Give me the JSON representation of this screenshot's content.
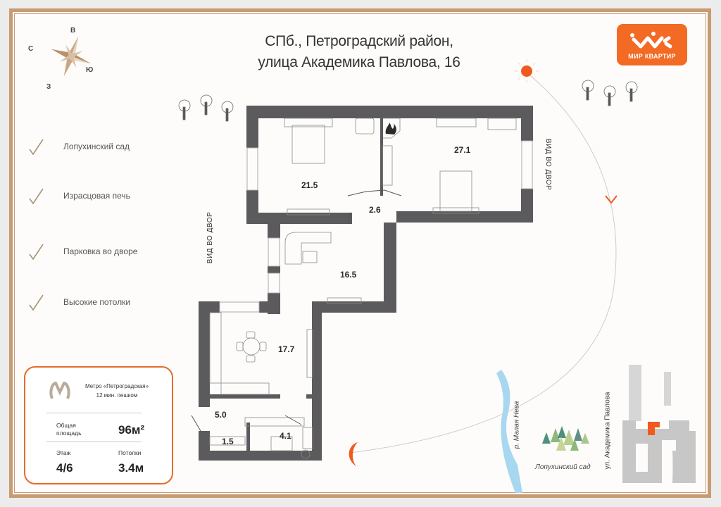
{
  "header": {
    "address_line1": "СПб., Петроградский район,",
    "address_line2": "улица Академика Павлова, 16"
  },
  "logo": {
    "text": "МИР КВАРТИР",
    "color": "#f26a23"
  },
  "compass": {
    "n": "С",
    "e": "В",
    "s": "Ю",
    "w": "З"
  },
  "features": [
    {
      "label": "Лопухинский сад",
      "icon": "check-icon"
    },
    {
      "label": "Израсцовая печь",
      "icon": "check-icon"
    },
    {
      "label": "Парковка во  дворе",
      "icon": "check-icon"
    },
    {
      "label": "Высокие потолки",
      "icon": "check-icon"
    }
  ],
  "info_card": {
    "metro_line1": "Метро «Петроградская»",
    "metro_line2": "12 мин. пешком",
    "area_label_1": "Общая",
    "area_label_2": "площадь",
    "area_value": "96м²",
    "floor_label": "Этаж",
    "floor_value": "4/6",
    "ceiling_label": "Потолки",
    "ceiling_value": "3.4м",
    "accent_color": "#e36c2a"
  },
  "floorplan": {
    "rooms": [
      {
        "id": "bedroom-left",
        "area": "21.5"
      },
      {
        "id": "bedroom-right",
        "area": "27.1"
      },
      {
        "id": "hall-small",
        "area": "2.6"
      },
      {
        "id": "living",
        "area": "16.5"
      },
      {
        "id": "kitchen",
        "area": "17.7"
      },
      {
        "id": "corridor",
        "area": "5.0"
      },
      {
        "id": "wc",
        "area": "1.5"
      },
      {
        "id": "bathroom",
        "area": "4.1"
      }
    ],
    "view_left": "ВИД ВО ДВОР",
    "view_right": "ВИД ВО ДВОР",
    "wall_color": "#5b5b5d"
  },
  "map": {
    "river": "р. Малая Нева",
    "garden": "Лопухинский сад",
    "street": "ул. Академика Павлова",
    "highlight_color": "#f05a1e"
  },
  "sun": {
    "color": "#f05a1e"
  }
}
